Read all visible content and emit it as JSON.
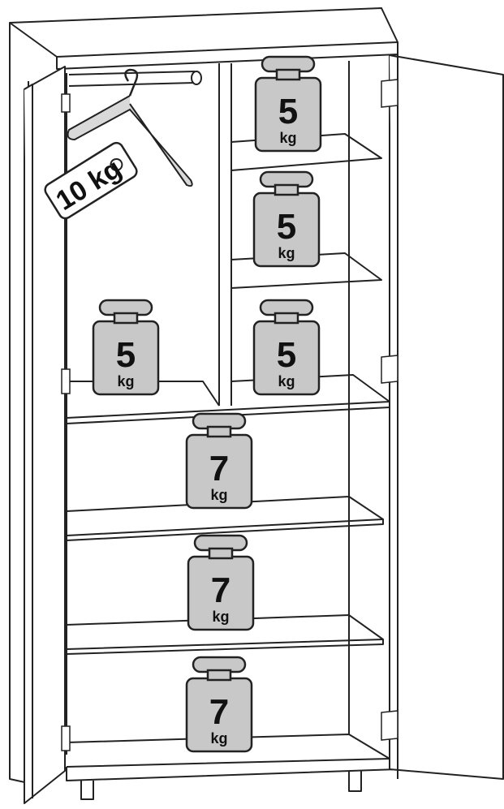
{
  "weights": [
    {
      "id": "top-right-1",
      "value": "5",
      "unit": "kg"
    },
    {
      "id": "top-right-2",
      "value": "5",
      "unit": "kg"
    },
    {
      "id": "mid-left",
      "value": "5",
      "unit": "kg"
    },
    {
      "id": "mid-right",
      "value": "5",
      "unit": "kg"
    },
    {
      "id": "lower-1",
      "value": "7",
      "unit": "kg"
    },
    {
      "id": "lower-2",
      "value": "7",
      "unit": "kg"
    },
    {
      "id": "lower-3",
      "value": "7",
      "unit": "kg"
    }
  ],
  "hanger": {
    "label": "10 kg"
  },
  "colors": {
    "line": "#222222",
    "weight_fill": "#c8c8c8",
    "panel": "#ffffff",
    "hanger": "#d9d9d9"
  }
}
